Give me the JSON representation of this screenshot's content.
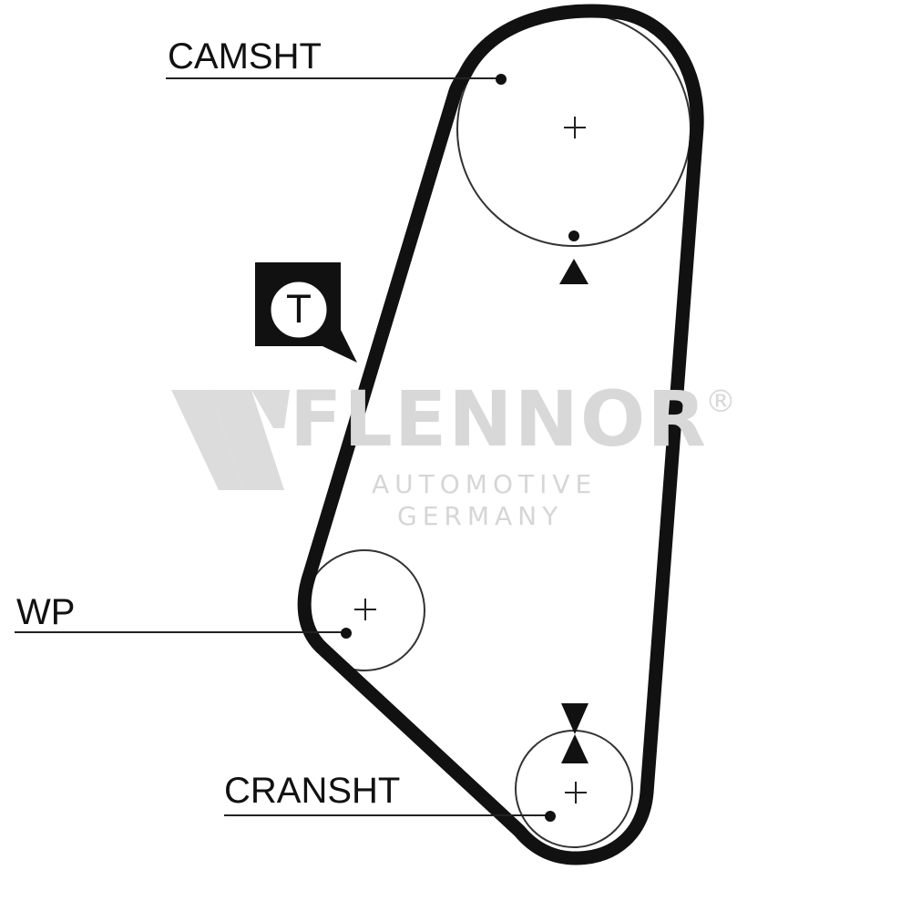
{
  "labels": {
    "camshaft": "CAMSHT",
    "water_pump": "WP",
    "crankshaft": "CRANSHT"
  },
  "tensioner_symbol": "T",
  "watermark": {
    "brand": "FLENNOR",
    "registered": "®",
    "line1": "AUTOMOTIVE",
    "line2": "GERMANY",
    "logo": "flennor-w-logo"
  },
  "colors": {
    "belt": "#111111",
    "pulley_outline": "#333333",
    "watermark": "#d8d8d8"
  }
}
